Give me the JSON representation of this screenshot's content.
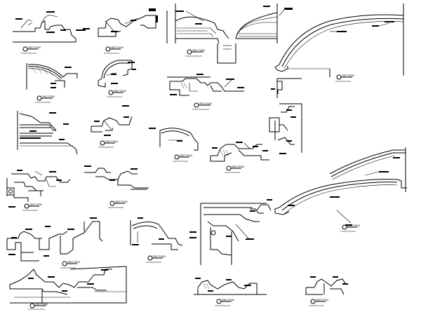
{
  "sheet": {
    "title": "",
    "background": "#ffffff",
    "line_color": "#000000"
  },
  "section_tags": [
    {
      "id": "t1",
      "text": "SECTION"
    },
    {
      "id": "t2",
      "text": "SECTION"
    },
    {
      "id": "t3",
      "text": "SECTION"
    },
    {
      "id": "t4",
      "text": "SECTION"
    },
    {
      "id": "t5",
      "text": "SECTION"
    },
    {
      "id": "t6",
      "text": "SECTION"
    },
    {
      "id": "t7",
      "text": "SECTION"
    },
    {
      "id": "t8",
      "text": "SECTION"
    },
    {
      "id": "t9",
      "text": "SECTION"
    },
    {
      "id": "t10",
      "text": "SECTION"
    },
    {
      "id": "t11",
      "text": "SECTION"
    },
    {
      "id": "t12",
      "text": "SECTION"
    },
    {
      "id": "t13",
      "text": "SECTION"
    },
    {
      "id": "t14",
      "text": "SECTION"
    },
    {
      "id": "t15",
      "text": "SECTION"
    },
    {
      "id": "t16",
      "text": "SECTION"
    },
    {
      "id": "t17",
      "text": "SECTION"
    },
    {
      "id": "t18",
      "text": "SECTION"
    }
  ]
}
